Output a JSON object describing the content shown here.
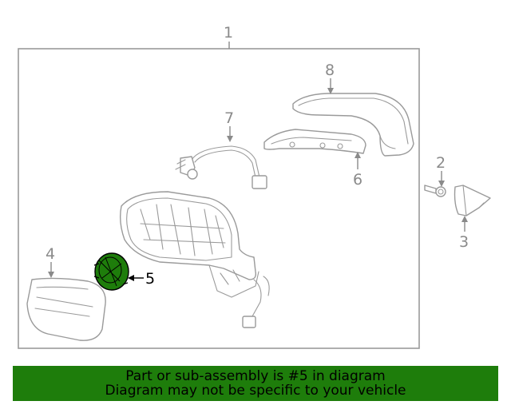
{
  "diagram": {
    "callouts": [
      "1",
      "2",
      "3",
      "4",
      "5",
      "6",
      "7",
      "8"
    ],
    "highlighted_part": "5",
    "highlight_color": "#1e7d0b",
    "line_color": "#9a9a9a"
  },
  "banner": {
    "line1": "Part or sub-assembly is #5 in diagram",
    "line2": "Diagram may not be specific to your vehicle",
    "background": "#1e7d0b"
  }
}
